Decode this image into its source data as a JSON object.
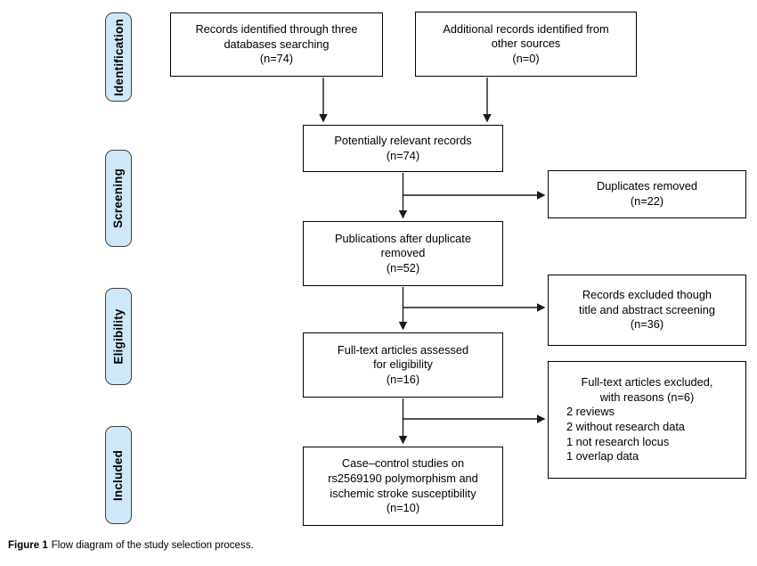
{
  "colors": {
    "stage_fill": "#cfe8f7",
    "stage_border": "#404040",
    "box_border": "#000000",
    "arrow": "#1a1a1a",
    "text": "#000000"
  },
  "stages": [
    {
      "label": "Identification"
    },
    {
      "label": "Screening"
    },
    {
      "label": "Eligibility"
    },
    {
      "label": "Included"
    }
  ],
  "boxes": {
    "records_databases": {
      "lines": [
        "Records identified through three",
        "databases searching",
        "(n=74)"
      ]
    },
    "additional_sources": {
      "lines": [
        "Additional records identified from",
        "other sources",
        "(n=0)"
      ]
    },
    "relevant_records": {
      "lines": [
        "Potentially relevant records",
        "(n=74)"
      ]
    },
    "duplicates_removed": {
      "lines": [
        "Duplicates removed",
        "(n=22)"
      ]
    },
    "after_duplicates": {
      "lines": [
        "Publications after duplicate",
        "removed",
        "(n=52)"
      ]
    },
    "excluded_screening": {
      "lines": [
        "Records excluded though",
        "title and abstract screening",
        "(n=36)"
      ]
    },
    "fulltext_assessed": {
      "lines": [
        "Full-text articles assessed",
        "for eligibility",
        "(n=16)"
      ]
    },
    "fulltext_excluded": {
      "heading_lines": [
        "Full-text articles excluded,",
        "with reasons (n=6)"
      ],
      "reasons": [
        "2 reviews",
        "2 without research data",
        "1 not research locus",
        "1 overlap data"
      ]
    },
    "included_studies": {
      "lines": [
        "Case–control studies on",
        "rs2569190 polymorphism and",
        "ischemic stroke susceptibility",
        "(n=10)"
      ]
    }
  },
  "caption": {
    "label": "Figure 1",
    "text": "Flow diagram of the study selection process."
  }
}
